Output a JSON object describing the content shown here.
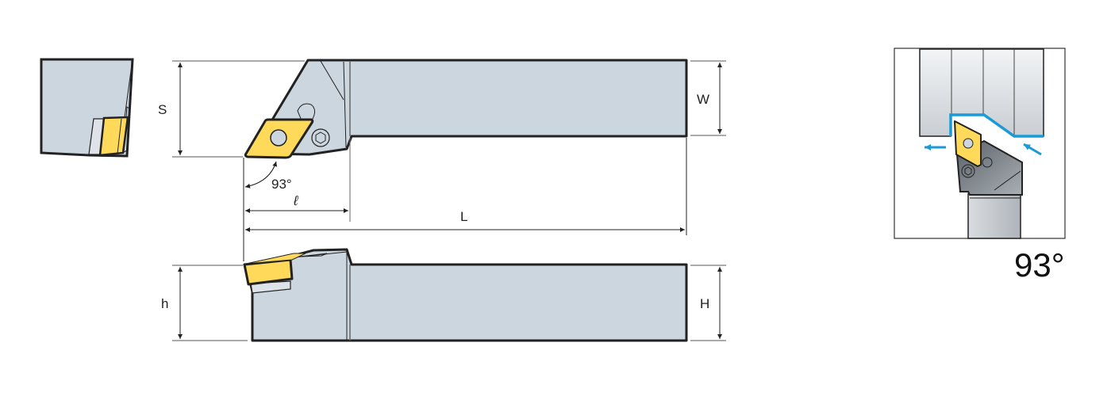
{
  "diagram": {
    "title": "Turning tool holder dimensional drawing",
    "colors": {
      "body": "#ccd6de",
      "insert": "#ffd95a",
      "outline": "#222222",
      "dimension": "#555555",
      "flow": "#1a9ad6",
      "workpiece_dark": "#9aa0a6"
    },
    "dimensions": {
      "shank_width_label": "W",
      "holder_width_label": "S",
      "cutting_length_label": "ℓ",
      "overall_length_label": "L",
      "shank_height_label": "H",
      "cutting_height_label": "h"
    },
    "approach_angle": {
      "small_label": "93°",
      "large_label": "93°"
    },
    "views": [
      {
        "name": "end-view"
      },
      {
        "name": "top-view"
      },
      {
        "name": "side-view"
      },
      {
        "name": "application-view"
      }
    ]
  }
}
